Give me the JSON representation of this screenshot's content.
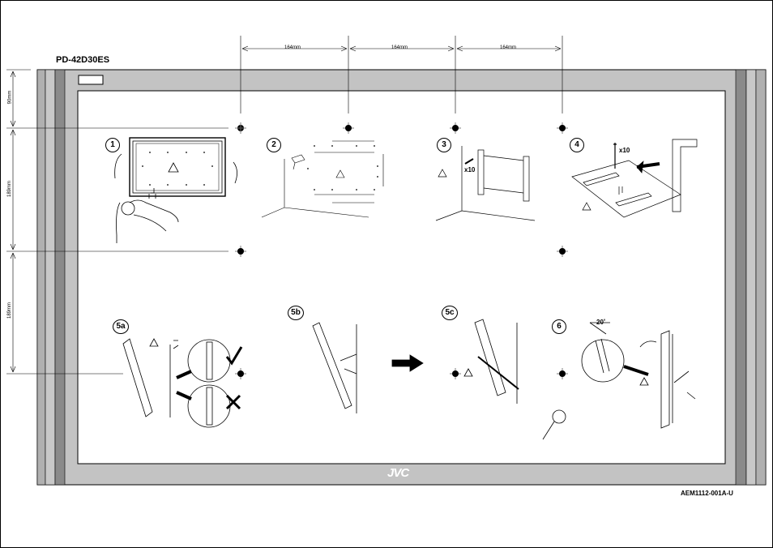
{
  "header": {
    "model": "PD-42D30ES",
    "doc_number": "AEM1112-001A-U"
  },
  "brand": {
    "logo": "JVC"
  },
  "dimensions": {
    "horizontal": [
      "164mm",
      "164mm",
      "164mm"
    ],
    "vertical": [
      "90mm",
      "189mm",
      "189mm"
    ]
  },
  "steps": [
    {
      "id": "1"
    },
    {
      "id": "2"
    },
    {
      "id": "3"
    },
    {
      "id": "4"
    },
    {
      "id": "5a"
    },
    {
      "id": "5b"
    },
    {
      "id": "5c"
    },
    {
      "id": "6"
    }
  ],
  "annotations": {
    "screws_3": "x10",
    "screws_4": "x10",
    "tilt_angle": "20˚"
  },
  "colors": {
    "board": "#c3c3c3",
    "board_dark": "#8a8a8a",
    "inner": "#ffffff",
    "stroke": "#000000"
  }
}
